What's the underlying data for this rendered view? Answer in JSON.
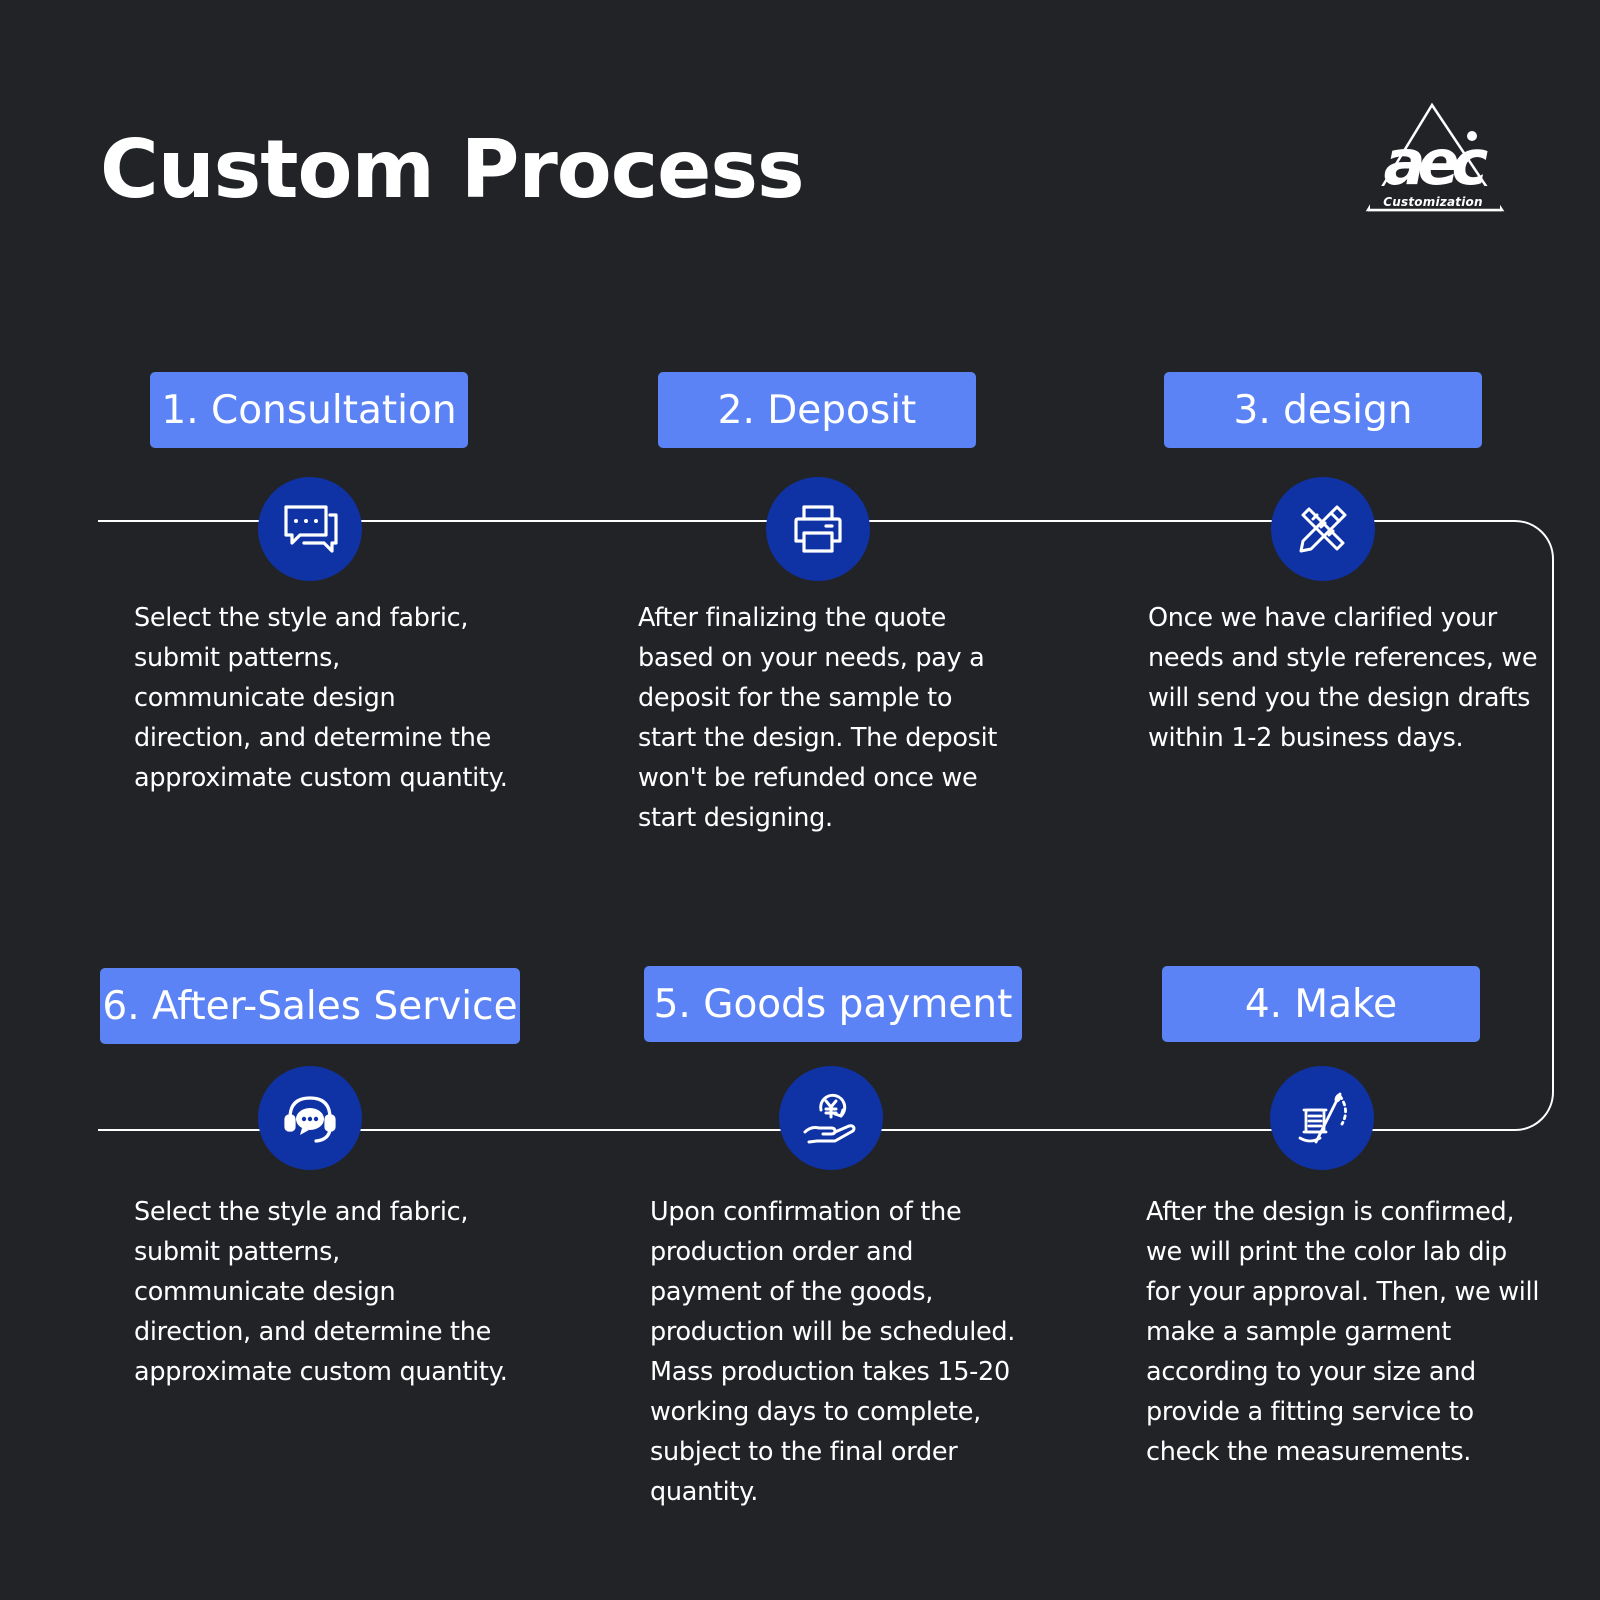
{
  "page": {
    "title": "Custom Process"
  },
  "logo": {
    "mark": "aec",
    "tagline": "Customization"
  },
  "colors": {
    "background": "#222327",
    "label_fill": "#5b83f5",
    "icon_fill": "#0f32a5",
    "text": "#ffffff",
    "connector": "#ffffff"
  },
  "steps": [
    {
      "label": "1. Consultation",
      "icon": "chat-bubbles-icon",
      "description": "Select the style and fabric, submit patterns, communicate design direction, and determine the approximate custom quantity."
    },
    {
      "label": "2. Deposit",
      "icon": "printer-icon",
      "description": "After finalizing the quote based on your needs, pay a deposit for the sample to start the design. The deposit won't be refunded once we start designing."
    },
    {
      "label": "3. design",
      "icon": "pencil-ruler-icon",
      "description": "Once we have clarified your needs and style references, we will send you the design drafts within 1-2 business days."
    },
    {
      "label": "4. Make",
      "icon": "needle-thread-icon",
      "description": "After the design is confirmed, we will print the color lab dip for your approval. Then, we will make a sample garment according to your size and provide a fitting service to check the measurements."
    },
    {
      "label": "5. Goods payment",
      "icon": "yen-hand-icon",
      "description": "Upon confirmation of the production order and payment of the goods, production will be scheduled. Mass production takes 15-20 working days to complete, subject to the final order quantity."
    },
    {
      "label": "6. After-Sales Service",
      "icon": "headset-support-icon",
      "description": "Select the style and fabric, submit patterns, communicate design direction, and determine the approximate custom quantity."
    }
  ]
}
